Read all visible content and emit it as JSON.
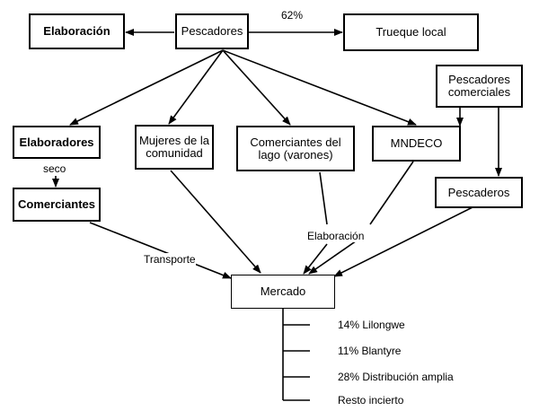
{
  "nodes": {
    "elaboracion": "Elaboración",
    "pescadores": "Pescadores",
    "trueque": "Trueque local",
    "pescadores_comerciales": "Pescadores comerciales",
    "elaboradores": "Elaboradores",
    "mujeres": "Mujeres de la comunidad",
    "comerciantes_lago": "Comerciantes del lago (varones)",
    "mndeco": "MNDECO",
    "comerciantes": "Comerciantes",
    "pescaderos": "Pescaderos",
    "mercado": "Mercado"
  },
  "edge_labels": {
    "pct_trueque": "62%",
    "seco": "seco",
    "transporte": "Transporte",
    "elaboracion": "Elaboración"
  },
  "outputs": [
    "14% Lilongwe",
    "11% Blantyre",
    "28% Distribución amplia",
    "Resto incierto"
  ]
}
